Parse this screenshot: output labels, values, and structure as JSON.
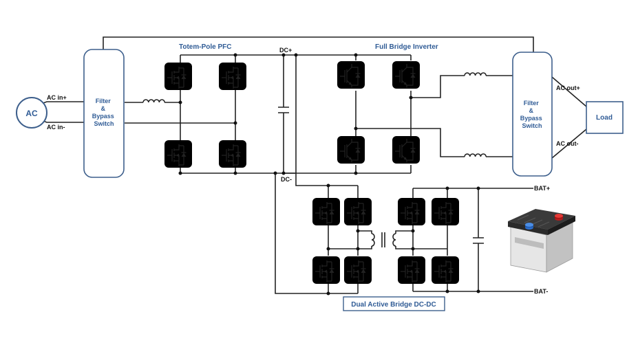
{
  "source": {
    "label": "AC"
  },
  "labels": {
    "ac_in_plus": "AC in+",
    "ac_in_minus": "AC in-",
    "dc_plus": "DC+",
    "dc_minus": "DC-",
    "ac_out_plus": "AC out+",
    "ac_out_minus": "AC out-",
    "bat_plus": "BAT+",
    "bat_minus": "BAT-"
  },
  "blocks": {
    "filter_in": [
      "Filter",
      "&",
      "Bypass",
      "Switch"
    ],
    "filter_out": [
      "Filter",
      "&",
      "Bypass",
      "Switch"
    ],
    "load": "Load"
  },
  "sections": {
    "pfc": "Totem-Pole PFC",
    "inverter": "Full Bridge Inverter",
    "dab": "Dual Active Bridge DC-DC"
  },
  "colors": {
    "accent_blue": "#2f5b95",
    "mosfet_fill": "#d8e5f2",
    "igbt_fill": "#c9e8b3",
    "block_border": "#3d5f8c"
  },
  "icons": {
    "pfc_switch": "mosfet-icon",
    "inverter_switch": "igbt-icon",
    "storage": "battery-icon"
  }
}
